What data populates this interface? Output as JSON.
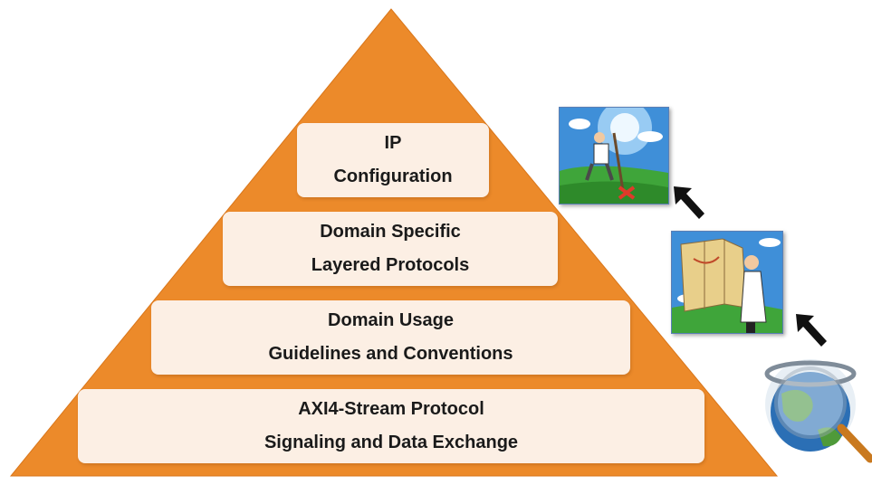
{
  "colors": {
    "pyramid_fill": "#ec8a2a",
    "tier_fill": "#fcefe4",
    "text": "#1a1a1a"
  },
  "pyramid": {
    "tiers": [
      {
        "line1": "IP",
        "line2": "Configuration"
      },
      {
        "line1": "Domain Specific",
        "line2": "Layered Protocols"
      },
      {
        "line1": "Domain Usage",
        "line2": "Guidelines and Conventions"
      },
      {
        "line1": "AXI4-Stream Protocol",
        "line2": "Signaling and Data Exchange"
      }
    ]
  },
  "illustrations": [
    {
      "icon": "explorer-with-shovel-icon"
    },
    {
      "icon": "person-reading-map-icon"
    },
    {
      "icon": "globe-magnifier-icon"
    }
  ],
  "arrows": [
    {
      "icon": "arrow-up-left-icon"
    },
    {
      "icon": "arrow-up-left-icon"
    }
  ]
}
